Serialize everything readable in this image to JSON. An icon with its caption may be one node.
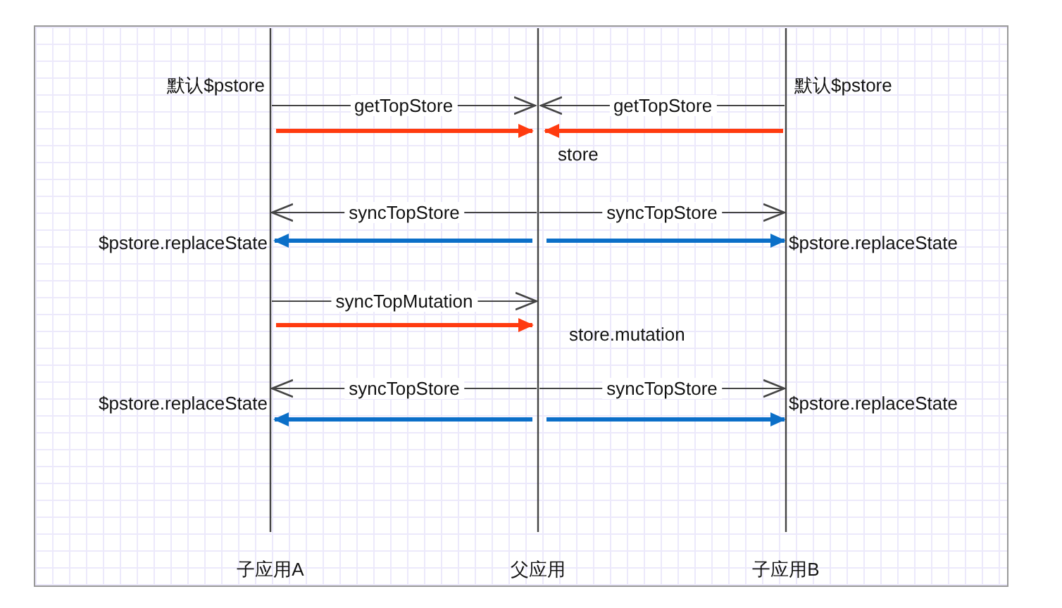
{
  "diagram": {
    "nodes": [
      {
        "text": [
          "子应用A"
        ]
      },
      {
        "text": [
          "父应用"
        ]
      },
      {
        "text": [
          "子应用B"
        ]
      }
    ],
    "edges": [
      {
        "from": 0,
        "to": 1,
        "arrow": "to",
        "label": "getTopStore"
      },
      {
        "from": 2,
        "to": 1,
        "arrow": "to",
        "label": "getTopStore"
      },
      {
        "from": 0,
        "to": 1,
        "arrow": "to",
        "style": "thick",
        "color": "#ff3b0f"
      },
      {
        "from": 2,
        "to": 1,
        "arrow": "to",
        "style": "thick",
        "color": "#ff3b0f"
      },
      {
        "from": 1,
        "to": 0,
        "arrow": "to",
        "label": "syncTopStore"
      },
      {
        "from": 1,
        "to": 2,
        "arrow": "to",
        "label": "syncTopStore"
      },
      {
        "from": 1,
        "to": 0,
        "arrow": "to",
        "style": "thick",
        "color": "#0b6fc8"
      },
      {
        "from": 1,
        "to": 2,
        "arrow": "to",
        "style": "thick",
        "color": "#0b6fc8"
      },
      {
        "from": 0,
        "to": 1,
        "arrow": "to",
        "label": "syncTopMutation"
      },
      {
        "from": 0,
        "to": 1,
        "arrow": "to",
        "style": "thick",
        "color": "#ff3b0f"
      },
      {
        "from": 1,
        "to": 0,
        "arrow": "to",
        "label": "syncTopStore"
      },
      {
        "from": 1,
        "to": 2,
        "arrow": "to",
        "label": "syncTopStore"
      },
      {
        "from": 1,
        "to": 0,
        "arrow": "to",
        "style": "thick",
        "color": "#0b6fc8"
      },
      {
        "from": 1,
        "to": 2,
        "arrow": "to",
        "style": "thick",
        "color": "#0b6fc8"
      }
    ],
    "labels": [
      "默认$pstore",
      "默认$pstore",
      "store",
      "$pstore.replaceState",
      "$pstore.replaceState",
      "store.mutation",
      "$pstore.replaceState",
      "$pstore.replaceState"
    ]
  }
}
